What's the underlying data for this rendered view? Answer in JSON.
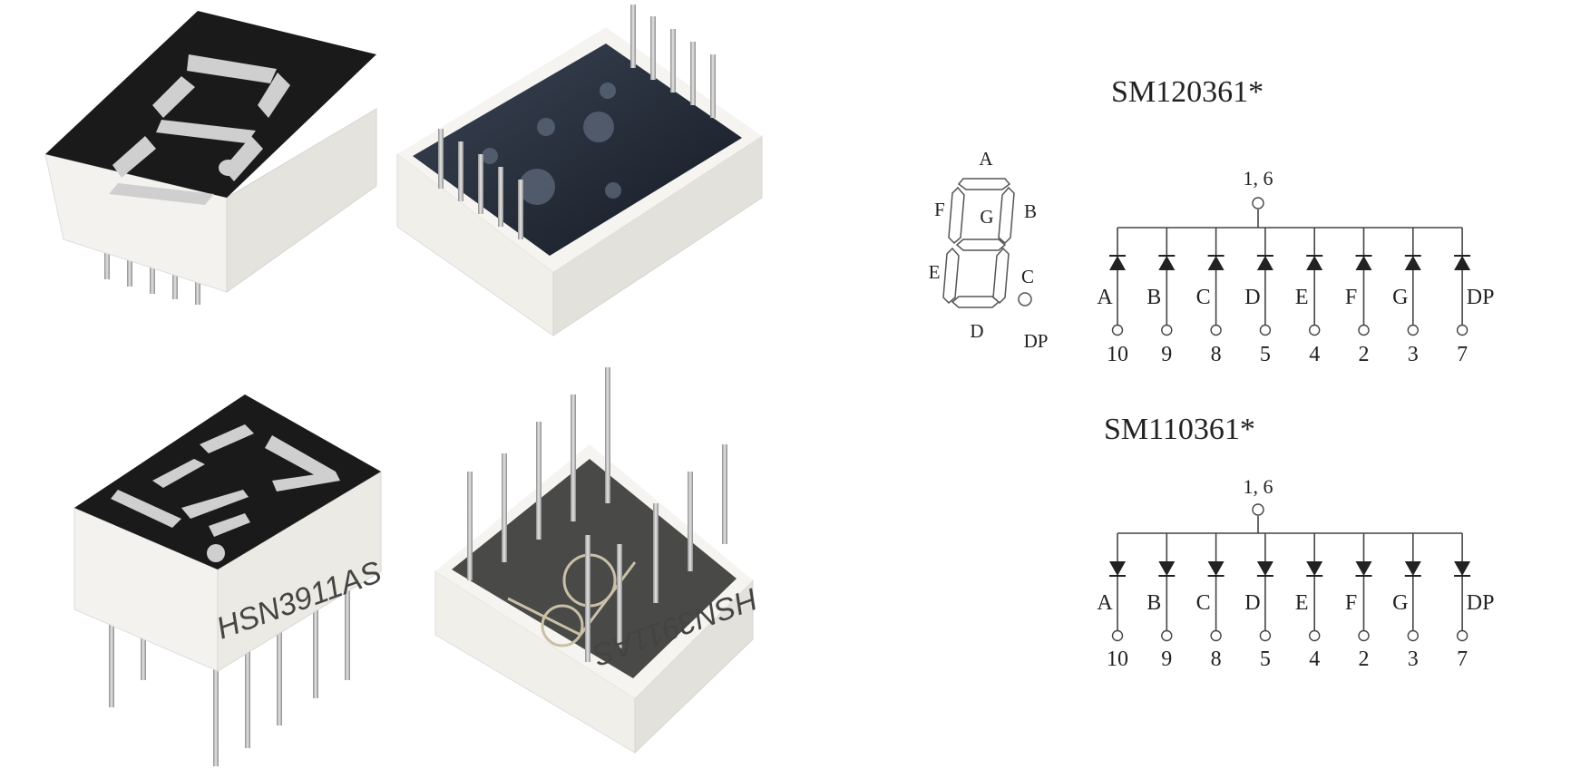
{
  "photos": {
    "part_marking": "HSN3911AS"
  },
  "segment_legend": {
    "labels": [
      "A",
      "B",
      "C",
      "D",
      "E",
      "F",
      "G",
      "DP"
    ]
  },
  "diagrams": [
    {
      "title": "SM120361*",
      "common_pin": "1, 6",
      "diode_direction": "up",
      "segments": [
        "A",
        "B",
        "C",
        "D",
        "E",
        "F",
        "G",
        "DP"
      ],
      "pins": [
        "10",
        "9",
        "8",
        "5",
        "4",
        "2",
        "3",
        "7"
      ]
    },
    {
      "title": "SM110361*",
      "common_pin": "1, 6",
      "diode_direction": "down",
      "segments": [
        "A",
        "B",
        "C",
        "D",
        "E",
        "F",
        "G",
        "DP"
      ],
      "pins": [
        "10",
        "9",
        "8",
        "5",
        "4",
        "2",
        "3",
        "7"
      ]
    }
  ],
  "colors": {
    "display_face": "#1a1a1a",
    "segment_off": "#cfcfcf",
    "housing": "#f2f1ec",
    "pcb": "#1f2530",
    "pin_metal": "#b8b8b8"
  }
}
